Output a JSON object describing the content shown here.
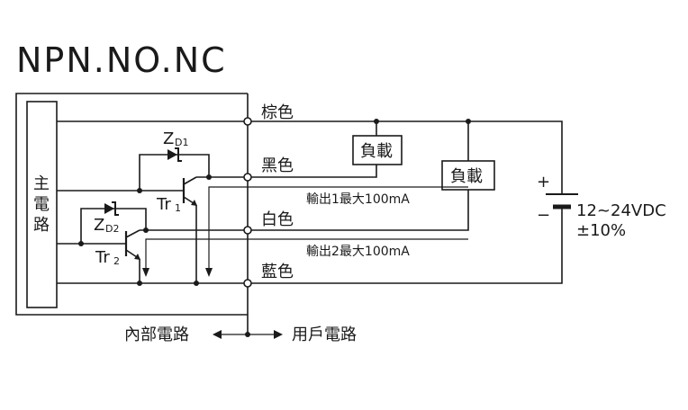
{
  "title": "NPN.NO.NC",
  "main_circuit": [
    "主",
    "電",
    "路"
  ],
  "terminals": {
    "brown": "棕色",
    "black": "黑色",
    "white": "白色",
    "blue": "藍色"
  },
  "components": {
    "zener1": "Z",
    "zener1_sub": "D1",
    "zener2": "Z",
    "zener2_sub": "D2",
    "tr1": "Tr",
    "tr1_sub": "1",
    "tr2": "Tr",
    "tr2_sub": "2"
  },
  "loads": {
    "load1": "負載",
    "load2": "負載"
  },
  "outputs": {
    "output1": "輸出1最大100mA",
    "output2": "輸出2最大100mA"
  },
  "supply": {
    "plus": "+",
    "minus": "−",
    "voltage": "12~24VDC",
    "tolerance": "±10%"
  },
  "footer": {
    "internal": "內部電路",
    "user": "用戶電路"
  }
}
